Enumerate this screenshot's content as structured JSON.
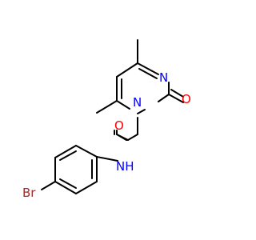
{
  "molecule": {
    "colors": {
      "bond": "#000000",
      "nitrogen": "#0000ff",
      "oxygen": "#ff0000",
      "bromine": "#a52a2a"
    },
    "atoms": {
      "ring_n_top": "N",
      "ring_n_substituted": "N",
      "ring_carbonyl_o": "O",
      "amide_o": "O",
      "amide_nh": "NH",
      "bromine": "Br"
    }
  }
}
